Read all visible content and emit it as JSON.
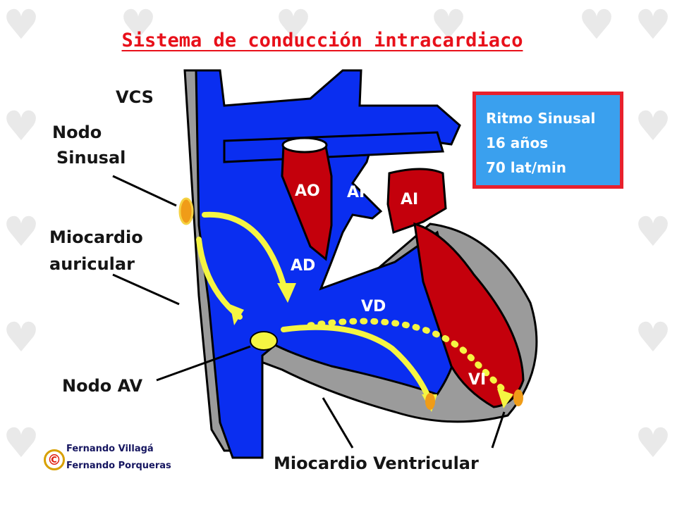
{
  "title": "Sistema de conducción intracardiaco",
  "labels": {
    "vcs": "VCS",
    "nodo_sinusal_1": "Nodo",
    "nodo_sinusal_2": "Sinusal",
    "miocardio_auricular_1": "Miocardio",
    "miocardio_auricular_2": "auricular",
    "nodo_av": "Nodo AV",
    "miocardio_ventricular": "Miocardio Ventricular",
    "ao": "AO",
    "ap": "AP",
    "ai": "AI",
    "ad": "AD",
    "vd": "VD",
    "vi": "VI"
  },
  "info_box": {
    "line1": "Ritmo Sinusal",
    "line2": "16 años",
    "line3": "70 lat/min"
  },
  "credits": {
    "symbol": "©",
    "author1": "Fernando Villagá",
    "author2": "Fernando Porqueras"
  },
  "colors": {
    "title": "#e8101a",
    "blue_chambers": "#0a2ef0",
    "red_chambers": "#c4000c",
    "myocardium": "#999999",
    "conduction": "#f5f542",
    "node": "#f09c18",
    "info_box_bg": "#3aa0ee",
    "info_box_border": "#e8202c"
  }
}
